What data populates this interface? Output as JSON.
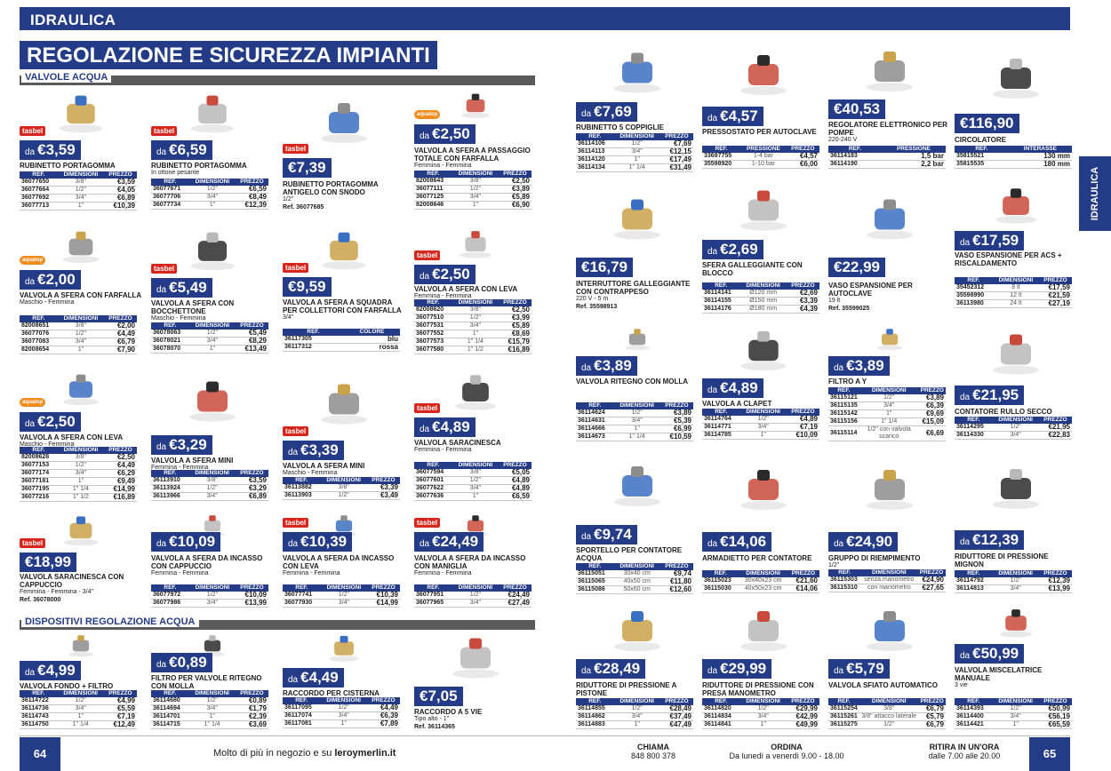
{
  "header": {
    "category": "IDRAULICA",
    "title": "REGOLAZIONE E SICUREZZA IMPIANTI",
    "section_valves": "VALVOLE ACQUA",
    "section_devices": "DISPOSITIVI REGOLAZIONE ACQUA",
    "side_tab": "IDRAULICA"
  },
  "brands": {
    "tasbel": "tasbel",
    "aquatop": "aquatop"
  },
  "colors": {
    "blue": "#243b88",
    "red": "#d8261c",
    "orange": "#f08b1d"
  },
  "table_headers": {
    "ref": "REF.",
    "dim": "DIMENSIONI",
    "price": "PREZZO",
    "pressure": "PRESSIONE",
    "interasse": "INTERASSE",
    "colore": "COLORE"
  },
  "products": {
    "p1": {
      "price_prefix": "da",
      "price": "€3,59",
      "name": "RUBINETTO PORTAGOMMA",
      "rows": [
        [
          "36077650",
          "3/8\"",
          "€3,59"
        ],
        [
          "36077664",
          "1/2\"",
          "€4,05"
        ],
        [
          "36077692",
          "3/4\"",
          "€6,89"
        ],
        [
          "36077713",
          "1\"",
          "€10,39"
        ]
      ]
    },
    "p2": {
      "price_prefix": "da",
      "price": "€6,59",
      "name": "RUBINETTO PORTAGOMMA",
      "sub": "In ottone pesante",
      "rows": [
        [
          "36077671",
          "1/2\"",
          "€6,59"
        ],
        [
          "36077706",
          "3/4\"",
          "€8,49"
        ],
        [
          "36077734",
          "1\"",
          "€12,39"
        ]
      ]
    },
    "p3": {
      "price": "€7,39",
      "name": "RUBINETTO PORTAGOMMA ANTIGELO CON SNODO",
      "sub": "1/2\"",
      "ref": "Ref. 36077685"
    },
    "p4": {
      "price_prefix": "da",
      "price": "€2,50",
      "name": "VALVOLA A SFERA A PASSAGGIO TOTALE CON FARFALLA",
      "sub": "Femmina - Femmina",
      "rows": [
        [
          "82008643",
          "3/8\"",
          "€2,50"
        ],
        [
          "36077111",
          "1/2\"",
          "€3,89"
        ],
        [
          "36077125",
          "3/4\"",
          "€5,89"
        ],
        [
          "82008646",
          "1\"",
          "€6,90"
        ]
      ]
    },
    "p5": {
      "price_prefix": "da",
      "price": "€2,00",
      "name": "VALVOLA A SFERA CON FARFALLA",
      "sub": "Maschio - Femmina",
      "rows": [
        [
          "82008651",
          "3/8\"",
          "€2,00"
        ],
        [
          "36077076",
          "1/2\"",
          "€4,49"
        ],
        [
          "36077083",
          "3/4\"",
          "€6,79"
        ],
        [
          "82008654",
          "1\"",
          "€7,90"
        ]
      ]
    },
    "p6": {
      "price_prefix": "da",
      "price": "€5,49",
      "name": "VALVOLA A SFERA CON BOCCHETTONE",
      "sub": "Maschio - Femmina",
      "rows": [
        [
          "36078063",
          "1/2\"",
          "€5,49"
        ],
        [
          "36078021",
          "3/4\"",
          "€8,29"
        ],
        [
          "36078070",
          "1\"",
          "€13,49"
        ]
      ]
    },
    "p7": {
      "price": "€9,59",
      "name": "VALVOLA A SFERA A SQUADRA PER COLLETTORI CON FARFALLA",
      "sub": "3/4\"",
      "rows": [
        [
          "36117305",
          "blu"
        ],
        [
          "36117312",
          "rossa"
        ]
      ]
    },
    "p8": {
      "price_prefix": "da",
      "price": "€2,50",
      "name": "VALVOLA A SFERA CON LEVA",
      "sub": "Femmina - Femmina",
      "rows": [
        [
          "82008620",
          "3/8\"",
          "€2,50"
        ],
        [
          "36077510",
          "1/2\"",
          "€3,99"
        ],
        [
          "36077531",
          "3/4\"",
          "€5,89"
        ],
        [
          "36077552",
          "1\"",
          "€8,69"
        ],
        [
          "36077573",
          "1\" 1/4",
          "€15,79"
        ],
        [
          "36077580",
          "1\" 1/2",
          "€16,89"
        ]
      ]
    },
    "p9": {
      "price_prefix": "da",
      "price": "€2,50",
      "name": "VALVOLA A SFERA CON LEVA",
      "sub": "Maschio - Femmina",
      "rows": [
        [
          "82008628",
          "3/8\"",
          "€2,50"
        ],
        [
          "36077153",
          "1/2\"",
          "€4,49"
        ],
        [
          "36077174",
          "3/4\"",
          "€6,29"
        ],
        [
          "36077181",
          "1\"",
          "€9,49"
        ],
        [
          "36077195",
          "1\" 1/4",
          "€14,99"
        ],
        [
          "36077216",
          "1\" 1/2",
          "€16,89"
        ]
      ]
    },
    "p10": {
      "price_prefix": "da",
      "price": "€3,29",
      "name": "VALVOLA A SFERA MINI",
      "sub": "Femmina - Femmina",
      "rows": [
        [
          "36113910",
          "3/8\"",
          "€3,59"
        ],
        [
          "36113924",
          "1/2\"",
          "€3,29"
        ],
        [
          "36113966",
          "3/4\"",
          "€6,89"
        ]
      ]
    },
    "p11": {
      "price_prefix": "da",
      "price": "€3,39",
      "name": "VALVOLA A SFERA MINI",
      "sub": "Maschio - Femmina",
      "rows": [
        [
          "36113882",
          "3/8\"",
          "€3,39"
        ],
        [
          "36113903",
          "1/2\"",
          "€3,49"
        ]
      ]
    },
    "p12": {
      "price_prefix": "da",
      "price": "€4,89",
      "name": "VALVOLA SARACINESCA",
      "sub": "Femmina - Femmina",
      "rows": [
        [
          "36077594",
          "3/8\"",
          "€5,05"
        ],
        [
          "36077601",
          "1/2\"",
          "€4,89"
        ],
        [
          "36077622",
          "3/4\"",
          "€4,89"
        ],
        [
          "36077636",
          "1\"",
          "€6,59"
        ]
      ]
    },
    "p13": {
      "price": "€18,99",
      "name": "VALVOLA SARACINESCA CON CAPPUCCIO",
      "sub": "Femmina - Femmina - 3/4\"",
      "ref": "Ref. 36078000"
    },
    "p14": {
      "price_prefix": "da",
      "price": "€10,09",
      "name": "VALVOLA A SFERA DA INCASSO CON CAPPUCCIO",
      "sub": "Femmina - Femmina",
      "rows": [
        [
          "36077972",
          "1/2\"",
          "€10,09"
        ],
        [
          "36077986",
          "3/4\"",
          "€13,99"
        ]
      ]
    },
    "p15": {
      "price_prefix": "da",
      "price": "€10,39",
      "name": "VALVOLA A SFERA DA INCASSO CON LEVA",
      "sub": "Femmina - Femmina",
      "rows": [
        [
          "36077741",
          "1/2\"",
          "€10,39"
        ],
        [
          "36077930",
          "3/4\"",
          "€14,99"
        ]
      ]
    },
    "p16": {
      "price_prefix": "da",
      "price": "€24,49",
      "name": "VALVOLA A SFERA DA INCASSO CON MANIGLIA",
      "sub": "Femmina - Femmina",
      "rows": [
        [
          "36077951",
          "1/2\"",
          "€24,49"
        ],
        [
          "36077965",
          "3/4\"",
          "€27,49"
        ]
      ]
    },
    "p17": {
      "price_prefix": "da",
      "price": "€4,99",
      "name": "VALVOLA FONDO + FILTRO",
      "rows": [
        [
          "36114722",
          "1/2\"",
          "€4,99"
        ],
        [
          "36114736",
          "3/4\"",
          "€5,59"
        ],
        [
          "36114743",
          "1\"",
          "€7,19"
        ],
        [
          "36114750",
          "1\" 1/4",
          "€12,49"
        ]
      ]
    },
    "p18": {
      "price_prefix": "da",
      "price": "€0,89",
      "name": "FILTRO PER VALVOLE RITEGNO CON MOLLA",
      "rows": [
        [
          "36114680",
          "1/2\"",
          "€0,89"
        ],
        [
          "36114694",
          "3/4\"",
          "€1,79"
        ],
        [
          "36114701",
          "1\"",
          "€2,39"
        ],
        [
          "36114715",
          "1\" 1/4",
          "€3,69"
        ]
      ]
    },
    "p19": {
      "price_prefix": "da",
      "price": "€4,49",
      "name": "RACCORDO PER CISTERNA",
      "rows": [
        [
          "36117095",
          "1/2\"",
          "€4,49"
        ],
        [
          "36117074",
          "3/4\"",
          "€6,39"
        ],
        [
          "36117081",
          "1\"",
          "€7,89"
        ]
      ]
    },
    "p20": {
      "price": "€7,05",
      "name": "RACCORDO A 5 VIE",
      "sub": "Tipo alto - 1\"",
      "ref": "Ref. 36114365"
    },
    "r1": {
      "price_prefix": "da",
      "price": "€7,69",
      "name": "RUBINETTO 5 COPPIGLIE",
      "rows": [
        [
          "36114106",
          "1/2\"",
          "€7,69"
        ],
        [
          "36114113",
          "3/4\"",
          "€12,15"
        ],
        [
          "36114120",
          "1\"",
          "€17,49"
        ],
        [
          "36114134",
          "1\" 1/4",
          "€31,49"
        ]
      ]
    },
    "r2": {
      "price_prefix": "da",
      "price": "€4,57",
      "name": "PRESSOSTATO PER AUTOCLAVE",
      "rows": [
        [
          "33697755",
          "1-4 bar",
          "€4,57"
        ],
        [
          "35598920",
          "1-10 bar",
          "€6,00"
        ]
      ]
    },
    "r3": {
      "price": "€40,53",
      "name": "REGOLATORE ELETTRONICO PER POMPE",
      "sub": "220-240 V",
      "rows": [
        [
          "36114183",
          "1,5 bar"
        ],
        [
          "36114190",
          "2,2 bar"
        ]
      ]
    },
    "r4": {
      "price": "€116,90",
      "name": "CIRCOLATORE",
      "rows": [
        [
          "35815521",
          "130 mm"
        ],
        [
          "35815535",
          "180 mm"
        ]
      ]
    },
    "r5": {
      "price": "€16,79",
      "name": "INTERRUTTORE GALLEGGIANTE CON CONTRAPPESO",
      "sub": "220 V - 5 m",
      "ref": "Ref. 35598913"
    },
    "r6": {
      "price_prefix": "da",
      "price": "€2,69",
      "name": "SFERA GALLEGGIANTE CON BLOCCO",
      "rows": [
        [
          "36114141",
          "Ø120 mm",
          "€2,69"
        ],
        [
          "36114155",
          "Ø150 mm",
          "€3,39"
        ],
        [
          "36114176",
          "Ø180 mm",
          "€4,39"
        ]
      ]
    },
    "r7": {
      "price": "€22,99",
      "name": "VASO ESPANSIONE PER AUTOCLAVE",
      "sub": "19 lt",
      "ref": "Ref. 35599025"
    },
    "r8": {
      "price_prefix": "da",
      "price": "€17,59",
      "name": "VASO ESPANSIONE PER ACS + RISCALDAMENTO",
      "rows": [
        [
          "35452312",
          "8 lt",
          "€17,59"
        ],
        [
          "35598990",
          "12 lt",
          "€21,59"
        ],
        [
          "36113980",
          "24 lt",
          "€27,19"
        ]
      ]
    },
    "r9": {
      "price_prefix": "da",
      "price": "€3,89",
      "name": "VALVOLA RITEGNO CON MOLLA",
      "rows": [
        [
          "36114624",
          "1/2\"",
          "€3,89"
        ],
        [
          "36114631",
          "3/4\"",
          "€5,39"
        ],
        [
          "36114666",
          "1\"",
          "€6,99"
        ],
        [
          "36114673",
          "1\" 1/4",
          "€10,59"
        ]
      ]
    },
    "r10": {
      "price_prefix": "da",
      "price": "€4,89",
      "name": "VALVOLA A CLAPET",
      "rows": [
        [
          "36114764",
          "1/2\"",
          "€4,89"
        ],
        [
          "36114771",
          "3/4\"",
          "€7,19"
        ],
        [
          "36114785",
          "1\"",
          "€10,09"
        ]
      ]
    },
    "r11": {
      "price_prefix": "da",
      "price": "€3,89",
      "name": "FILTRO A Y",
      "rows": [
        [
          "36115121",
          "1/2\"",
          "€3,89"
        ],
        [
          "36115135",
          "3/4\"",
          "€6,39"
        ],
        [
          "36115142",
          "1\"",
          "€9,69"
        ],
        [
          "36115156",
          "1\" 1/4",
          "€15,09"
        ],
        [
          "36115114",
          "1/2\" con valvola scarico",
          "€6,69"
        ]
      ]
    },
    "r12": {
      "price_prefix": "da",
      "price": "€21,95",
      "name": "CONTATORE RULLO SECCO",
      "rows": [
        [
          "36114295",
          "1/2\"",
          "€21,95"
        ],
        [
          "36114330",
          "3/4\"",
          "€22,83"
        ]
      ]
    },
    "r13": {
      "price_prefix": "da",
      "price": "€9,74",
      "name": "SPORTELLO PER CONTATORE ACQUA",
      "rows": [
        [
          "36115051",
          "30x40 cm",
          "€9,74"
        ],
        [
          "36115065",
          "40x50 cm",
          "€11,80"
        ],
        [
          "36115086",
          "50x60 cm",
          "€12,60"
        ]
      ]
    },
    "r14": {
      "price_prefix": "da",
      "price": "€14,06",
      "name": "ARMADIETTO PER CONTATORE",
      "rows": [
        [
          "36115023",
          "30x40x23 cm",
          "€21,60"
        ],
        [
          "36115030",
          "40x50x23 cm",
          "€14,06"
        ]
      ]
    },
    "r15": {
      "price_prefix": "da",
      "price": "€24,90",
      "name": "GRUPPO DI RIEMPIMENTO",
      "sub": "1/2\"",
      "rows": [
        [
          "36115303",
          "senza manometro",
          "€24,90"
        ],
        [
          "36115310",
          "con manometro",
          "€27,65"
        ]
      ]
    },
    "r16": {
      "price_prefix": "da",
      "price": "€12,39",
      "name": "RIDUTTORE DI PRESSIONE MIGNON",
      "rows": [
        [
          "36114792",
          "1/2\"",
          "€12,39"
        ],
        [
          "36114813",
          "3/4\"",
          "€13,99"
        ]
      ]
    },
    "r17": {
      "price_prefix": "da",
      "price": "€28,49",
      "name": "RIDUTTORE DI PRESSIONE A PISTONE",
      "rows": [
        [
          "36114855",
          "1/2\"",
          "€28,49"
        ],
        [
          "36114862",
          "3/4\"",
          "€37,49"
        ],
        [
          "36114883",
          "1\"",
          "€47,49"
        ]
      ]
    },
    "r18": {
      "price_prefix": "da",
      "price": "€29,99",
      "name": "RIDUTTORE DI PRESSIONE CON PRESA MANOMETRO",
      "rows": [
        [
          "36114820",
          "1/2\"",
          "€29,99"
        ],
        [
          "36114834",
          "3/4\"",
          "€42,99"
        ],
        [
          "36114841",
          "1\"",
          "€49,99"
        ]
      ]
    },
    "r19": {
      "price_prefix": "da",
      "price": "€5,79",
      "name": "VALVOLA SFIATO AUTOMATICO",
      "rows": [
        [
          "36115254",
          "3/8\"",
          "€6,79"
        ],
        [
          "36115261",
          "3/8\" attacco laterale",
          "€5,79"
        ],
        [
          "36115275",
          "1/2\"",
          "€6,79"
        ]
      ]
    },
    "r20": {
      "price_prefix": "da",
      "price": "€50,99",
      "name": "VALVOLA MISCELATRICE MANUALE",
      "sub": "3 vie",
      "rows": [
        [
          "36114393",
          "1/2\"",
          "€50,99"
        ],
        [
          "36114400",
          "3/4\"",
          "€56,19"
        ],
        [
          "36114421",
          "1\"",
          "€65,59"
        ]
      ]
    }
  },
  "footer": {
    "page_left": "64",
    "page_right": "65",
    "tagline": "Molto di più in negozio e su",
    "site": "leroymerlin.it",
    "call_label": "CHIAMA",
    "call_value": "848 800 378",
    "order_label": "ORDINA",
    "order_value": "Da lunedì a venerdì 9.00 - 18.00",
    "pickup_label": "RITIRA IN UN'ORA",
    "pickup_value": "dalle 7.00 alle 20.00"
  }
}
